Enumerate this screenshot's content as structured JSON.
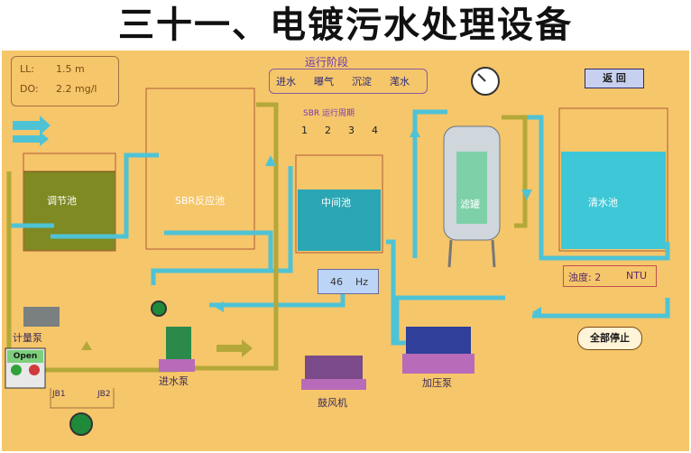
{
  "title": "三十一、电镀污水处理设备",
  "status": {
    "ll_label": "LL:",
    "ll_value": "1.5 m",
    "do_label": "DO:",
    "do_value": "2.2 mg/l"
  },
  "stage": {
    "header": "运行阶段",
    "items": [
      "进水",
      "曝气",
      "沉淀",
      "滗水"
    ],
    "sbr_label": "SBR 运行周期",
    "numbers": [
      "1",
      "2",
      "3",
      "4"
    ]
  },
  "tanks": {
    "tiaojie": "调节池",
    "sbr": "SBR反应池",
    "zhongjian": "中间池",
    "guolv": "滤罐",
    "qingshui": "清水池"
  },
  "readouts": {
    "flow": "46",
    "flow_unit": "Hz",
    "turbidity_label": "浊度: 2",
    "turbidity_unit": "NTU"
  },
  "buttons": {
    "return": "返 回",
    "stop_all": "全部停止",
    "open": "Open"
  },
  "equipment": {
    "dosing_pump": "计量泵",
    "inlet_pump": "进水泵",
    "blower": "鼓风机",
    "booster_pump": "加压泵",
    "jb1": "JB1",
    "jb2": "JB2"
  }
}
